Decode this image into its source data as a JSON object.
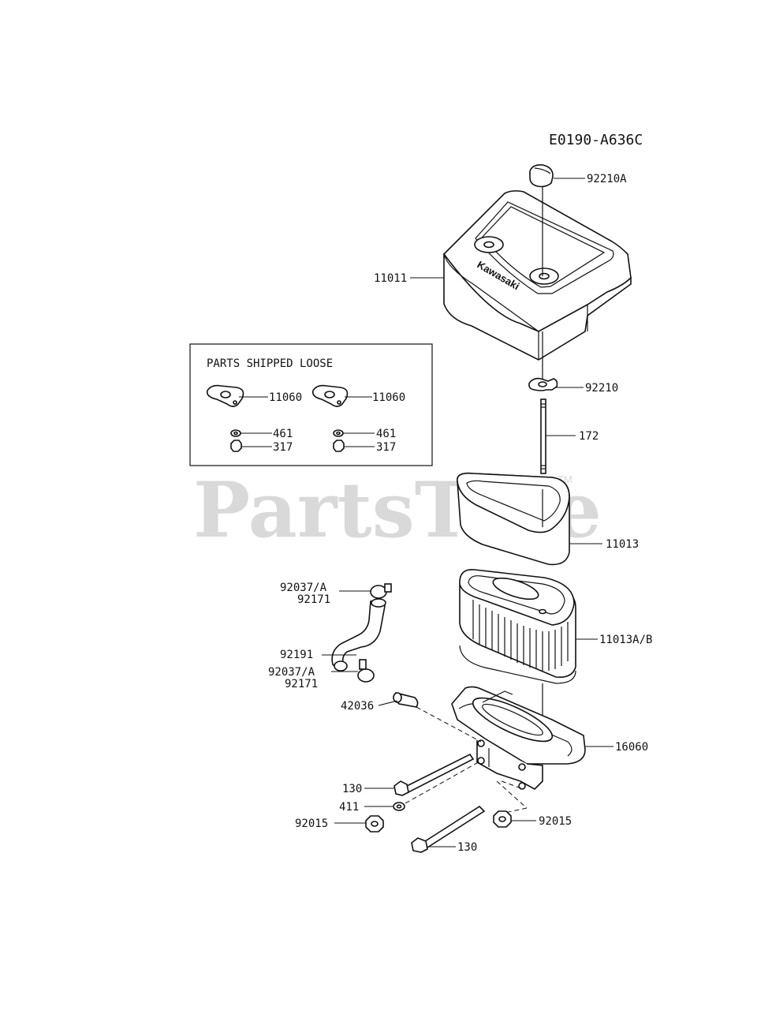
{
  "diagram": {
    "code": "E0190-A636C",
    "loose_box_title": "PARTS SHIPPED LOOSE",
    "brand_text": "Kawasaki",
    "watermark": "PartsTree",
    "watermark_tm": "TM",
    "labels": {
      "p92210A": "92210A",
      "p11011": "11011",
      "p92210": "92210",
      "p172": "172",
      "p11013": "11013",
      "p11013AB": "11013A/B",
      "p16060": "16060",
      "p92015_right": "92015",
      "p130_bottom": "130",
      "p92015_left": "92015",
      "p411": "411",
      "p130_left": "130",
      "p42036": "42036",
      "p92037A_top": "92037/A",
      "p92171_top": "92171",
      "p92191": "92191",
      "p92037A_bottom": "92037/A",
      "p92171_bottom": "92171",
      "loose_11060_a": "11060",
      "loose_461_a": "461",
      "loose_317_a": "317",
      "loose_11060_b": "11060",
      "loose_461_b": "461",
      "loose_317_b": "317"
    }
  }
}
